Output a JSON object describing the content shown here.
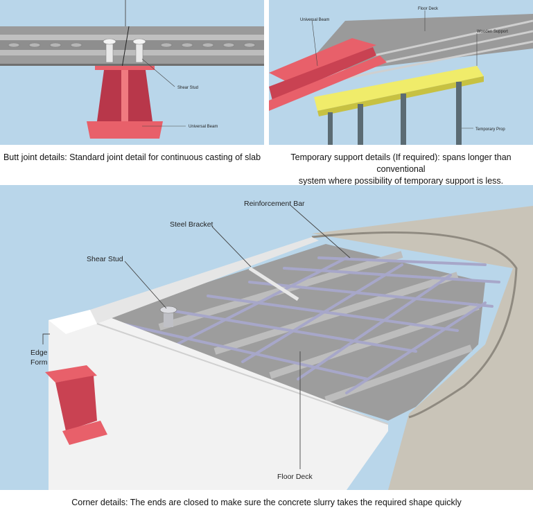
{
  "panel_butt_joint": {
    "labels": {
      "shear_stud": "Shear Stud",
      "universal_beam": "Universal Beam"
    },
    "caption": "Butt joint details: Standard joint detail for continuous casting of slab"
  },
  "panel_temporary_support": {
    "labels": {
      "universal_beam": "Universal Beam",
      "floor_deck": "Floor Deck",
      "wooden_support": "Wooden Support",
      "temporary_prop": "Temporary Prop"
    },
    "caption_line1": "Temporary support details (If required): spans longer than conventional",
    "caption_line2": "system where possibility of temporary support is less."
  },
  "panel_corner": {
    "labels": {
      "reinforcement_bar": "Reinforcement Bar",
      "steel_bracket": "Steel Bracket",
      "shear_stud": "Shear Stud",
      "edge_form_line1": "Edge",
      "edge_form_line2": "Form",
      "floor_deck": "Floor Deck"
    },
    "caption": "Corner details: The ends are closed to make sure the concrete slurry takes the required shape quickly"
  },
  "colors": {
    "background": "#b9d6ea",
    "beam": "#e8606a",
    "deck": "#a9a9a9",
    "wood": "#f0ec6a",
    "rebar": "#a7a7c9",
    "concrete": "#c9c4b8"
  }
}
